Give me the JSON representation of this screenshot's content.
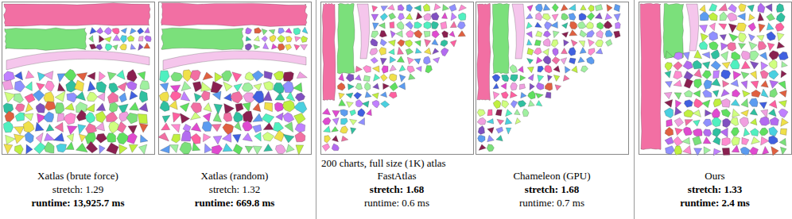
{
  "diagram": {
    "labels": [
      "Xatlas (brute force)",
      "stretch: 1.29",
      "runtime: 13,925.7 ms",
      "Xatlas (random)",
      "stretch: 1.32",
      "runtime: 669.8 ms",
      "200 charts, full size (1K) atlas",
      "FastAtlas",
      "stretch: 1.68",
      "runtime: 0.6 ms",
      "Chameleon (GPU)",
      "stretch: 1.68",
      "runtime: 0.7 ms",
      "Ours",
      "stretch: 1.33",
      "runtime: 2.4 ms"
    ]
  }
}
